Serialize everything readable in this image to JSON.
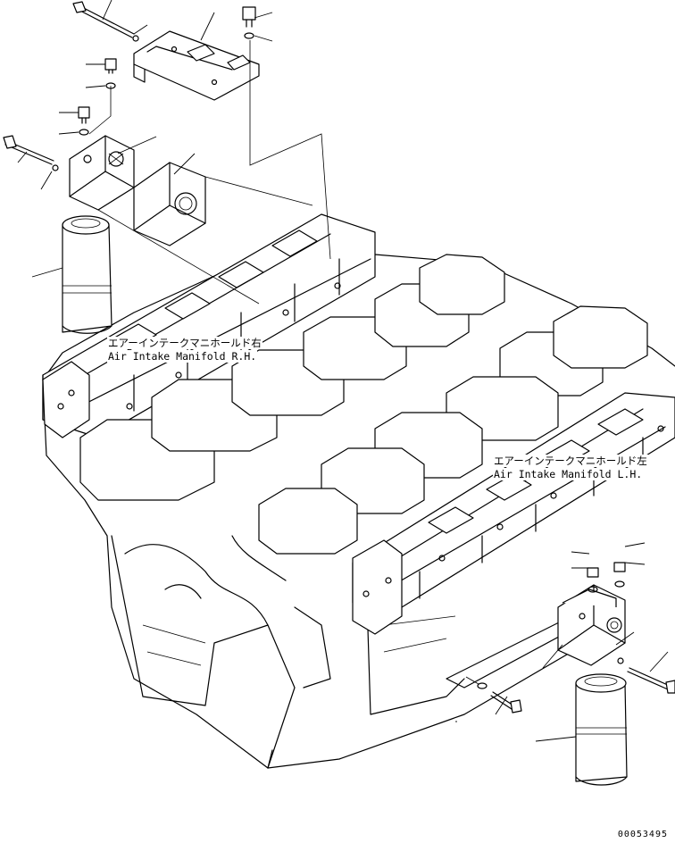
{
  "labels": {
    "manifold_rh_jp": "エアーインテークマニホールド右",
    "manifold_rh_en": "Air Intake Manifold R.H.",
    "manifold_lh_jp": "エアーインテークマニホールド左",
    "manifold_lh_en": "Air Intake Manifold L.H."
  },
  "drawing_code": "00053495"
}
